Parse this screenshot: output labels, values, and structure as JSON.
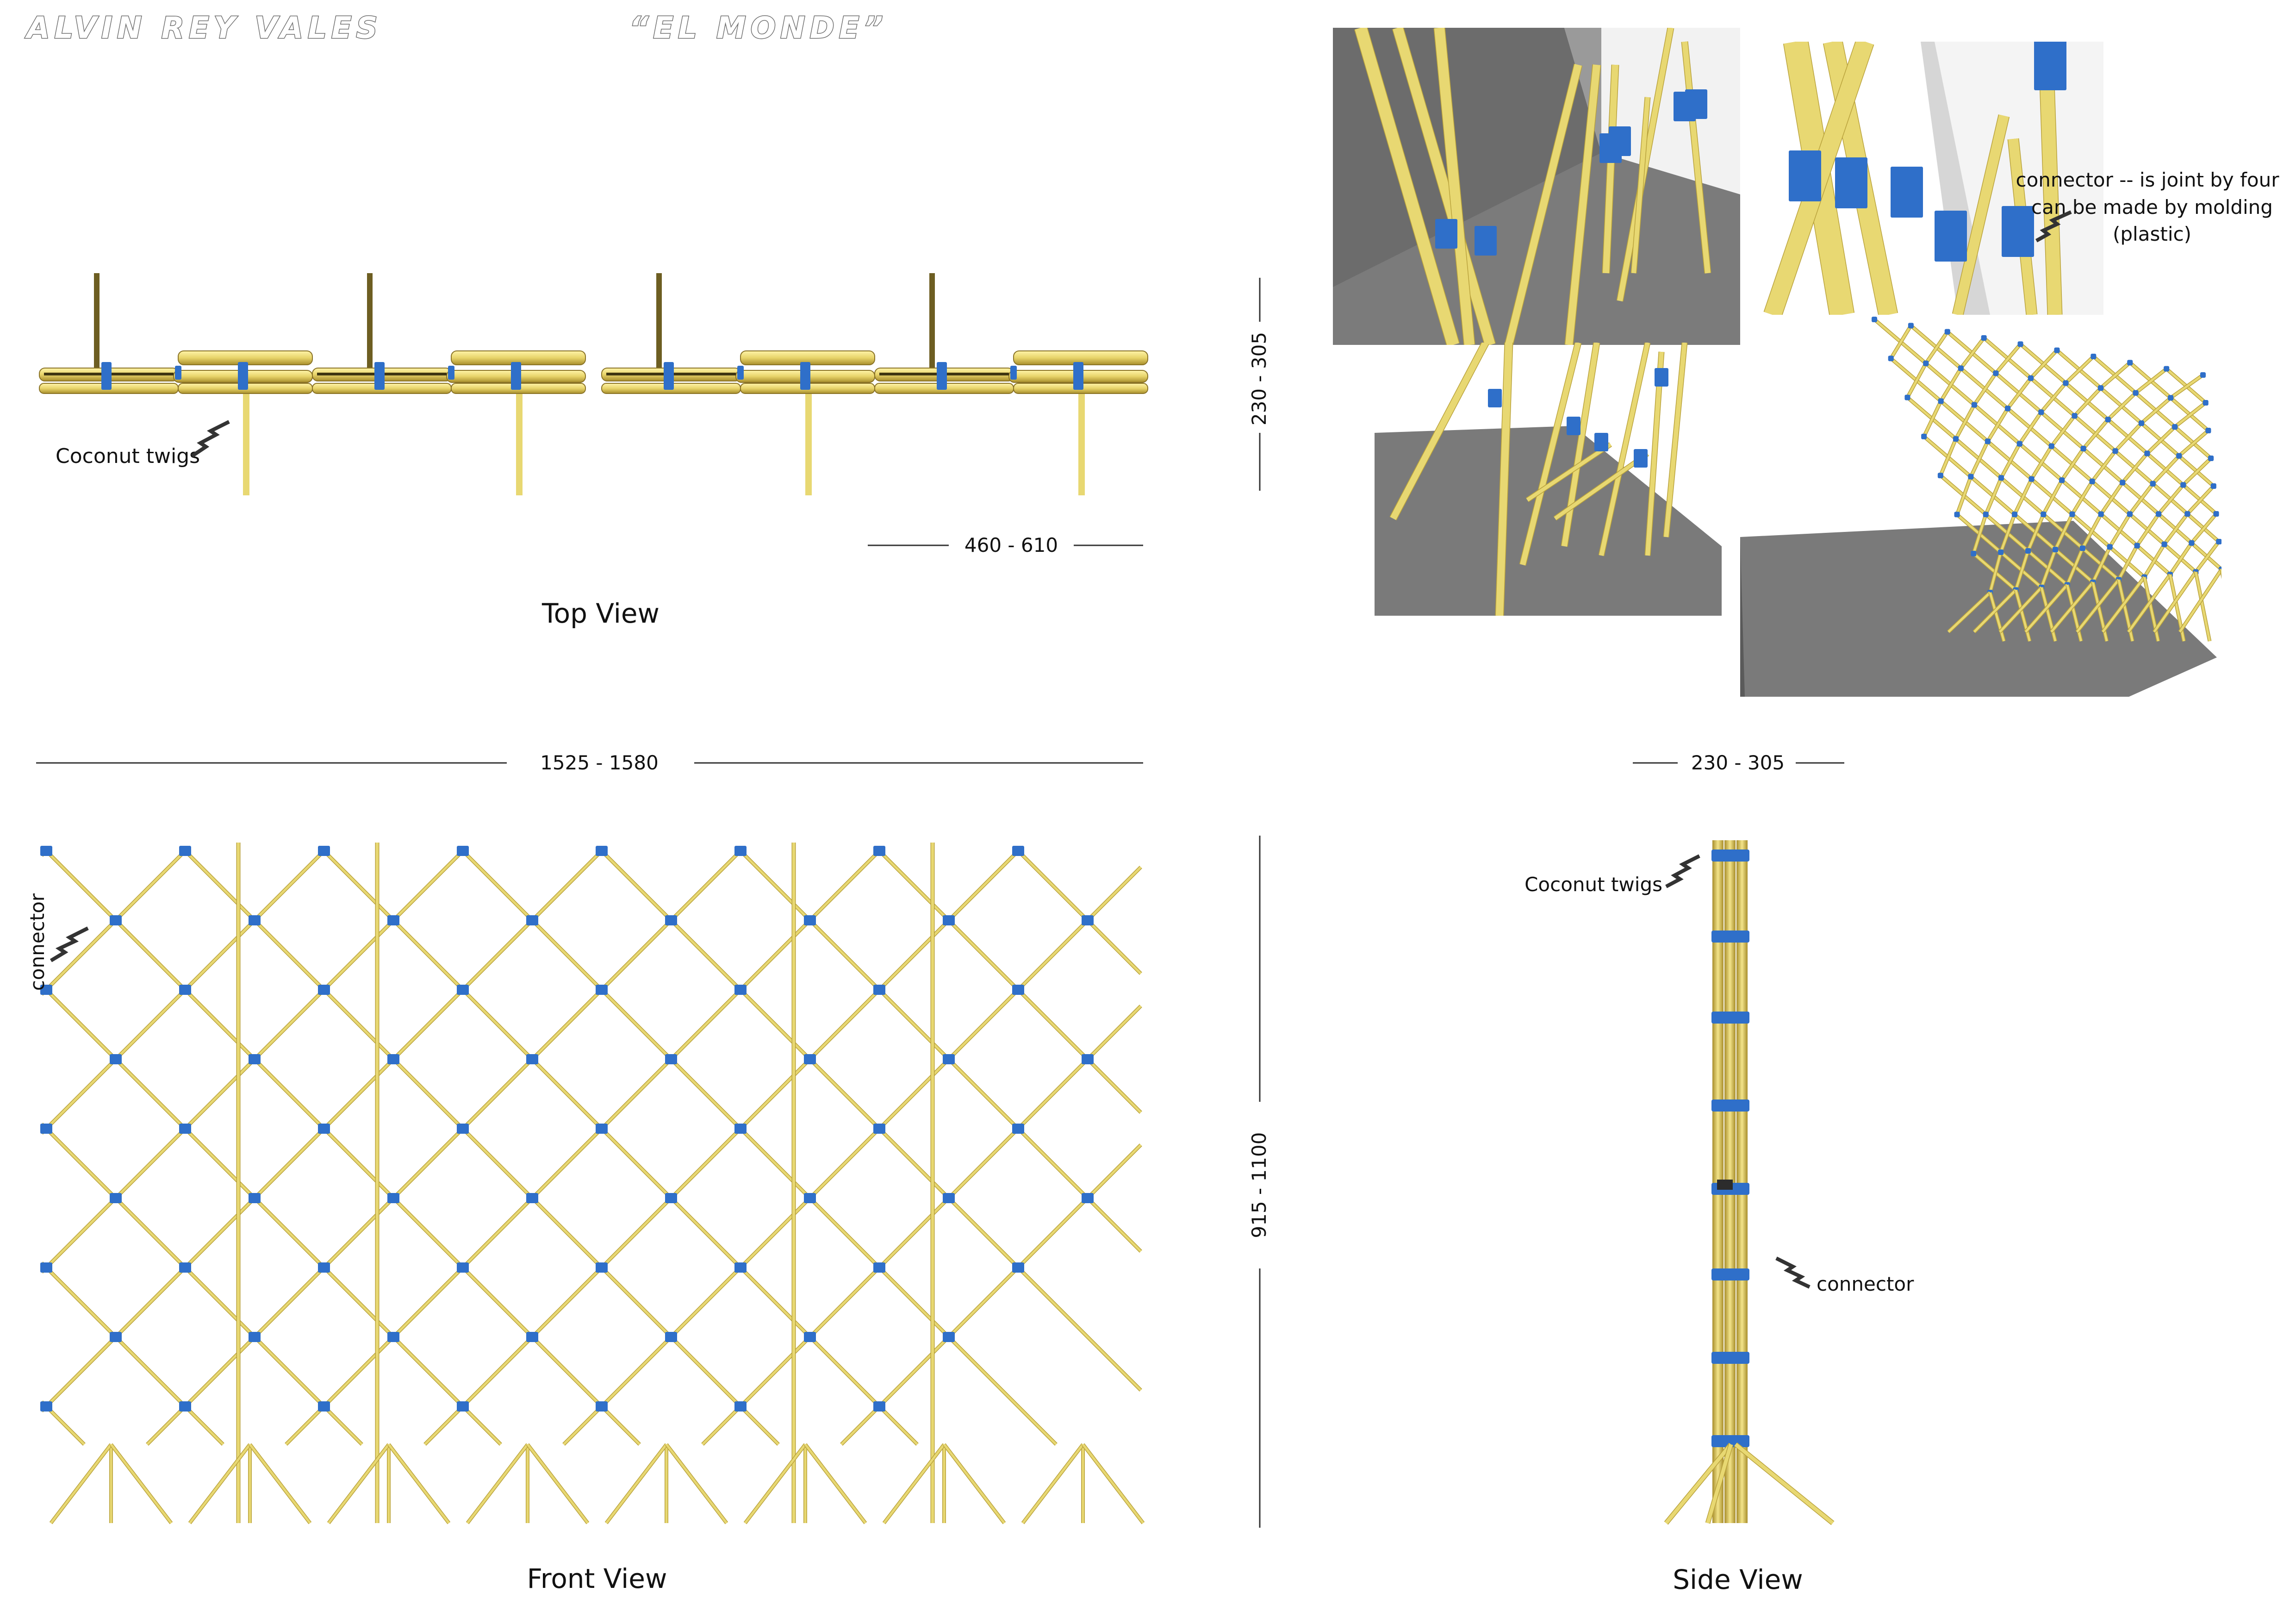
{
  "header": {
    "designer": "ALVIN REY VALES",
    "project": "“EL MONDE”"
  },
  "top_view": {
    "label": "Top View",
    "dimension": "460 - 610",
    "depth_dimension": "230 - 305",
    "callout_twigs": "Coconut twigs"
  },
  "renders": {
    "callout_connector": [
      "connector -- is joint by four",
      "can be made by molding",
      "(plastic)"
    ]
  },
  "front_view": {
    "label": "Front View",
    "width_dimension": "1525 - 1580",
    "height_dimension": "915 - 1100",
    "callout_connector": "connector"
  },
  "side_view": {
    "label": "Side View",
    "depth_dimension": "230 - 305",
    "callout_twigs": "Coconut twigs",
    "callout_connector": "connector"
  },
  "colors": {
    "twig": "#e8d872",
    "twig_dark": "#b9a23c",
    "connector": "#2f6fc9",
    "render_bg": "#8a8a8a",
    "render_wall": "#dcdcdc"
  }
}
